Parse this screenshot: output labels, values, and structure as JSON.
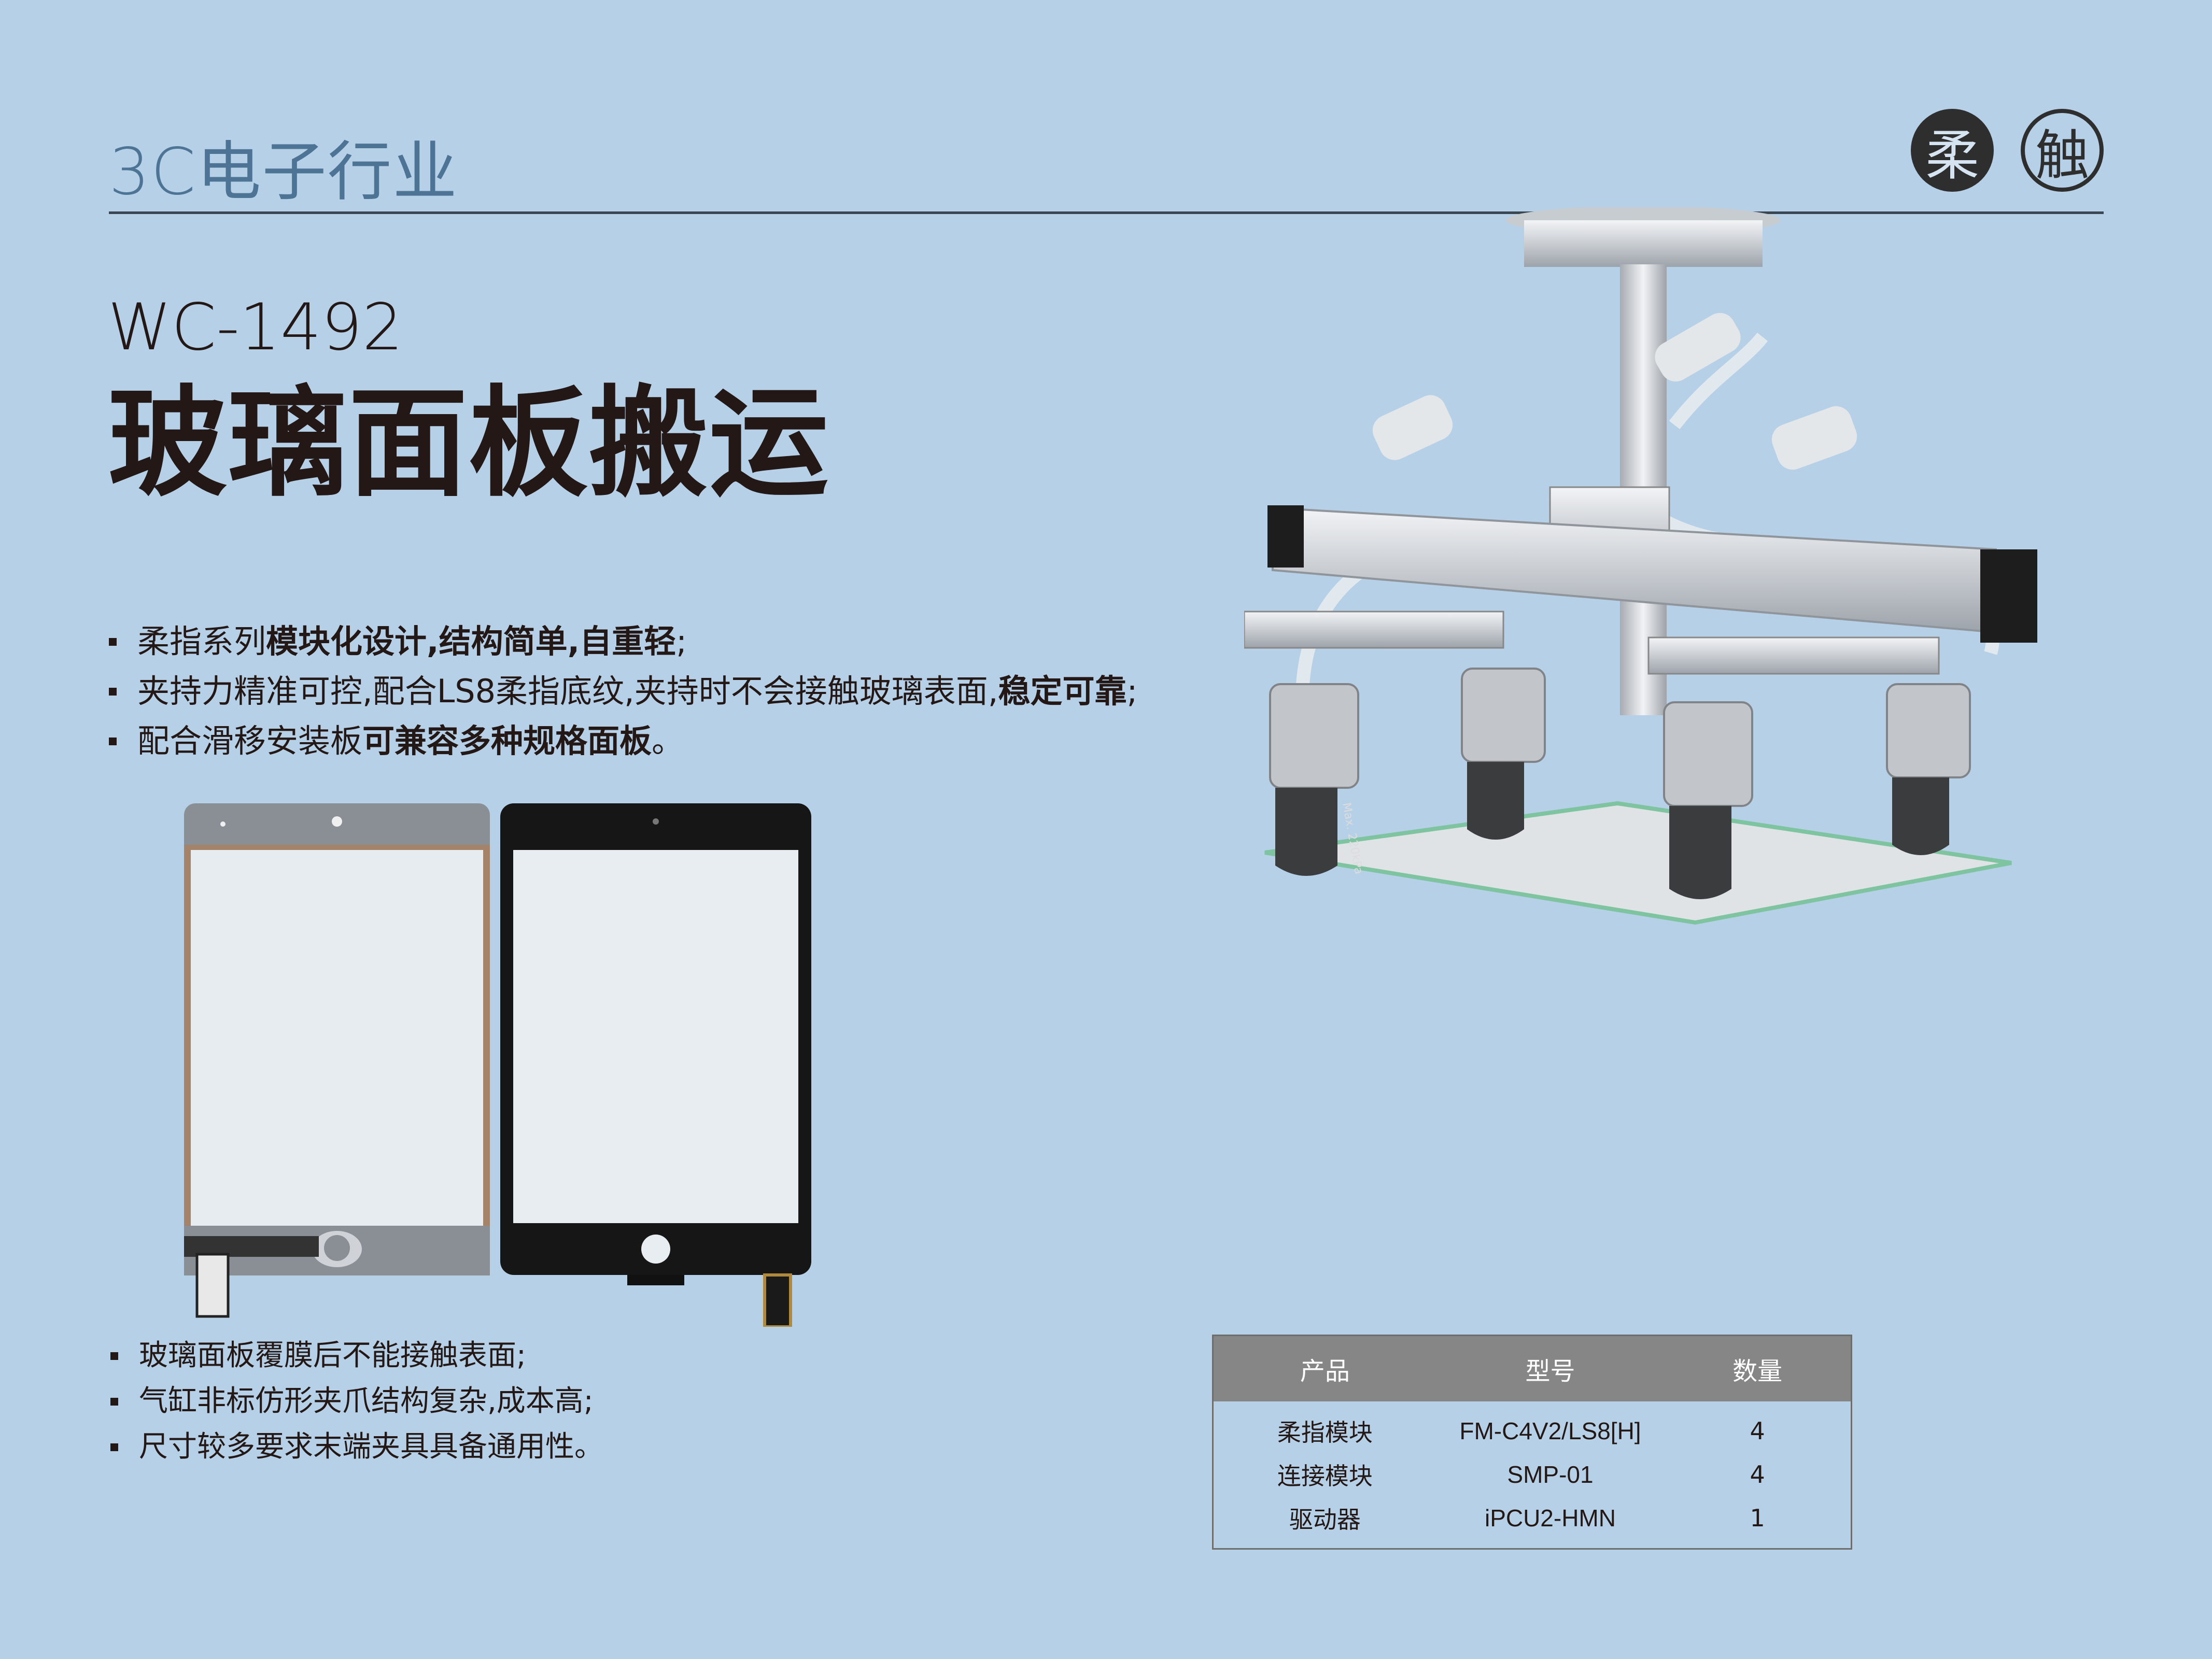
{
  "header": {
    "industry": "3C电子行业",
    "logo_left": "柔",
    "logo_right": "触"
  },
  "product": {
    "model": "WC-1492",
    "title": "玻璃面板搬运"
  },
  "features": [
    {
      "a": "柔指系列",
      "b": "模块化设计,结构简单,自重轻",
      "c": ";"
    },
    {
      "a": "夹持力精准可控,配合LS8柔指底纹,夹持时不会接触玻璃表面,",
      "b": "稳定可靠",
      "c": ";"
    },
    {
      "a": "配合滑移安装板",
      "b": "可兼容多种规格面板",
      "c": "。"
    }
  ],
  "pain_points": [
    "玻璃面板覆膜后不能接触表面;",
    "气缸非标仿形夹爪结构复杂,成本高;",
    "尺寸较多要求末端夹具具备通用性。"
  ],
  "gripper_label": "Max. 220kPa",
  "table": {
    "headers": [
      "产品",
      "型号",
      "数量"
    ],
    "rows": [
      [
        "柔指模块",
        "FM-C4V2/LS8[H]",
        "4"
      ],
      [
        "连接模块",
        "SMP-01",
        "4"
      ],
      [
        "驱动器",
        "iPCU2-HMN",
        "1"
      ]
    ]
  },
  "colors": {
    "background": "#b6d0e8",
    "industry_text": "#4d7395",
    "table_header": "#878686"
  }
}
